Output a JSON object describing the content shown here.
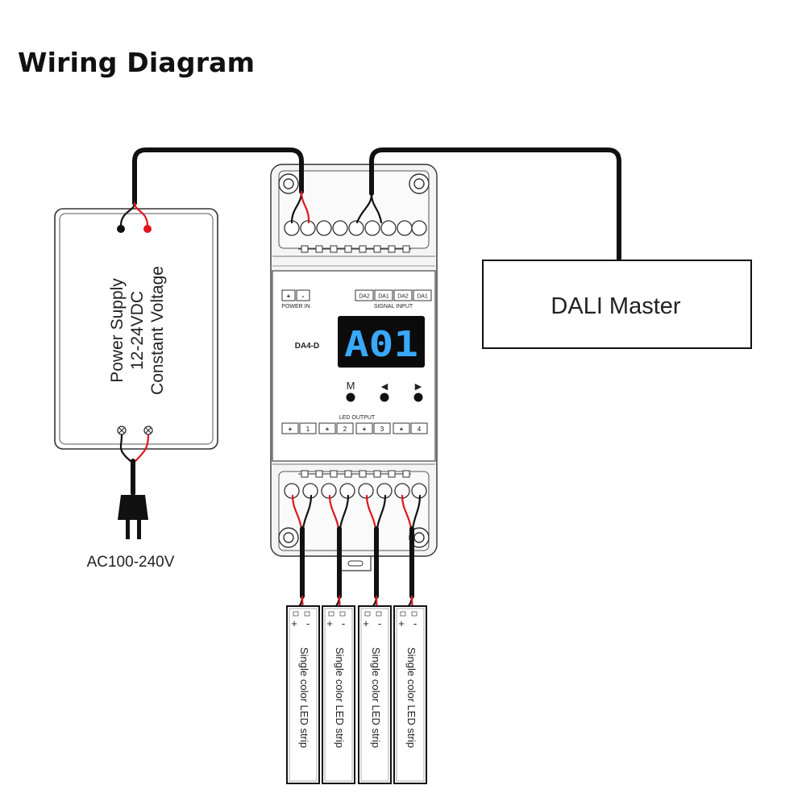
{
  "title": "Wiring Diagram",
  "power_supply": {
    "line1": "Power Supply",
    "line2": "12-24VDC",
    "line3": "Constant Voltage"
  },
  "ac_label": "AC100-240V",
  "dali_master": "DALI Master",
  "controller": {
    "model": "DA4-D",
    "display": "A01",
    "power_in_label": "POWER IN",
    "signal_input_label": "SIGNAL INPUT",
    "led_output_label": "LED OUTPUT",
    "power_terminals": [
      "+",
      "-"
    ],
    "signal_terminals": [
      "DA2",
      "DA1",
      "DA2",
      "DA1"
    ],
    "output_terminals": [
      "+",
      "1",
      "+",
      "2",
      "+",
      "3",
      "+",
      "4"
    ],
    "buttons": [
      "M",
      "◀",
      "▶"
    ]
  },
  "led_strip": {
    "label": "Single color LED strip",
    "plus": "+",
    "minus": "-"
  },
  "colors": {
    "red_wire": "#e0151b",
    "display_bg": "#0b0b0b",
    "display_digits": "#39a8ff"
  }
}
